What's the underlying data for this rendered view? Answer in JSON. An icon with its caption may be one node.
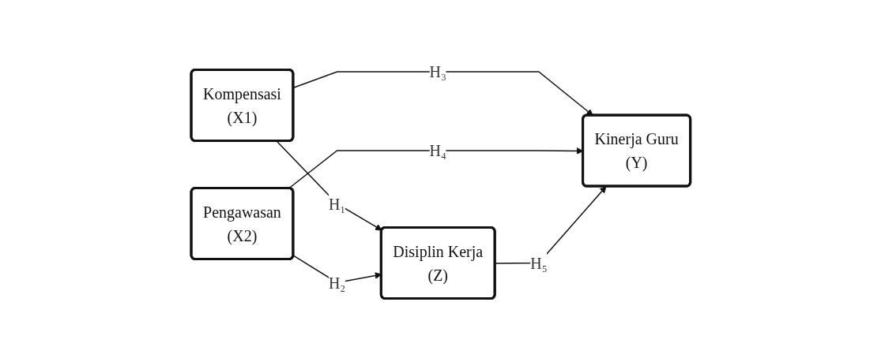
{
  "diagram": {
    "nodes": [
      {
        "text": [
          "Kompensasi",
          "(X1)"
        ]
      },
      {
        "text": [
          "Pengawasan",
          "(X2)"
        ]
      },
      {
        "text": [
          "Disiplin Kerja",
          "(Z)"
        ]
      },
      {
        "text": [
          "Kinerja Guru",
          "(Y)"
        ]
      }
    ],
    "edges": [
      {
        "from": 0,
        "to": 2,
        "label": "H₁",
        "arrow": "to"
      },
      {
        "from": 1,
        "to": 2,
        "label": "H₂",
        "arrow": "to"
      },
      {
        "from": 0,
        "to": 3,
        "label": "H₃",
        "arrow": "to"
      },
      {
        "from": 1,
        "to": 3,
        "label": "H₄",
        "arrow": "to"
      },
      {
        "from": 2,
        "to": 3,
        "label": "H₅",
        "arrow": "to"
      }
    ]
  }
}
